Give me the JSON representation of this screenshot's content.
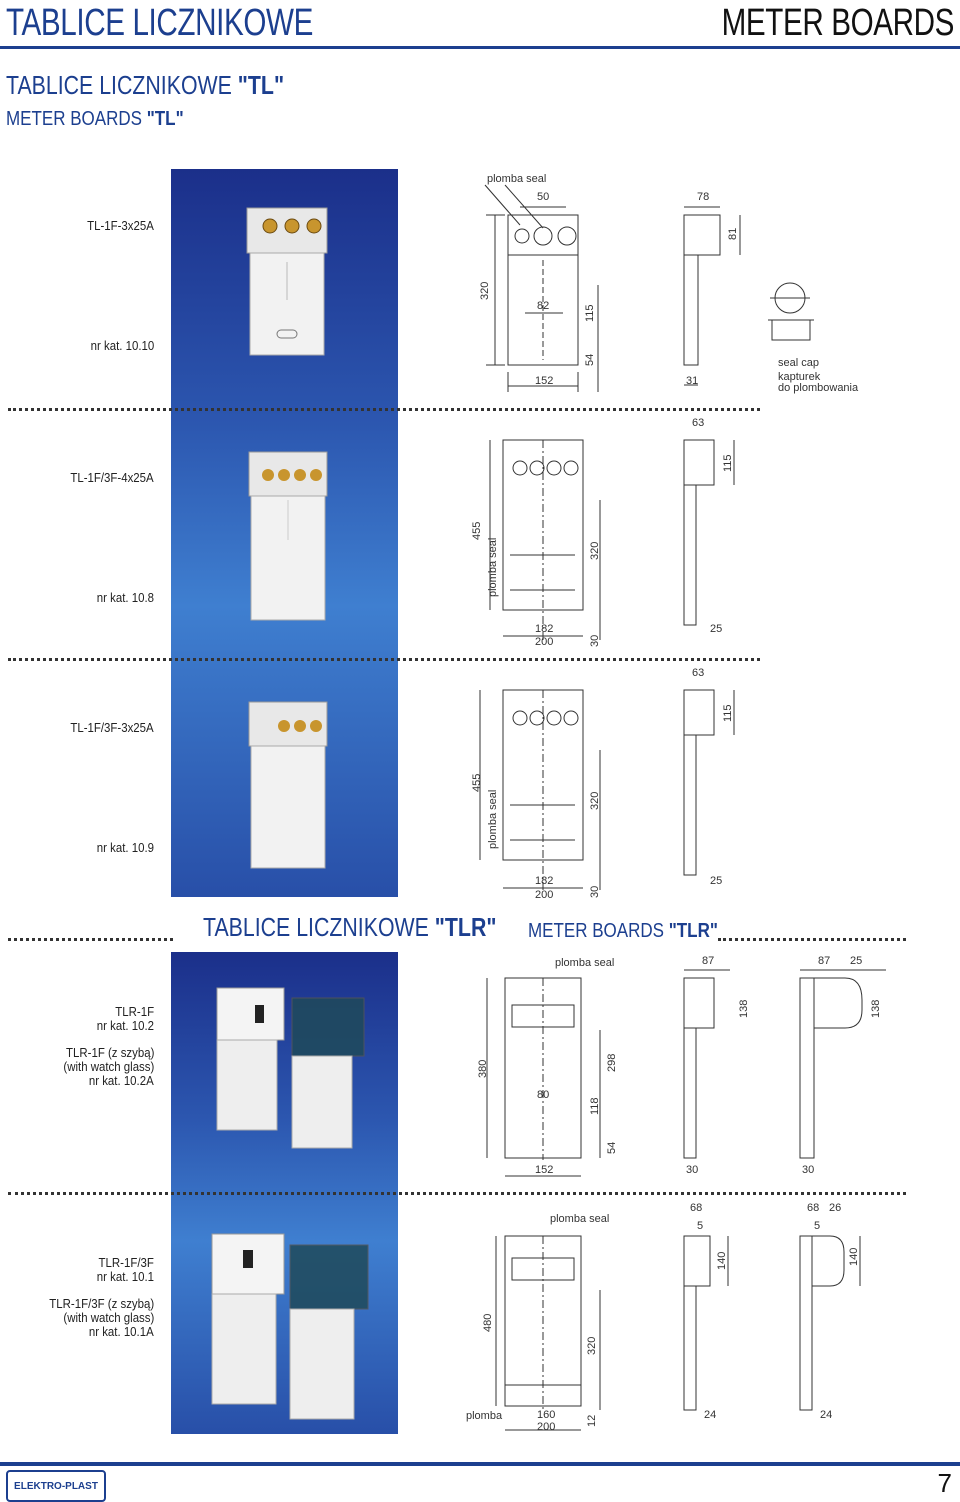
{
  "header": {
    "title_pl": "TABLICE LICZNIKOWE",
    "title_en": "METER BOARDS"
  },
  "section_tl": {
    "title_prefix": "TABLICE LICZNIKOWE ",
    "title_bold": "\"TL\"",
    "subtitle_prefix": "METER BOARDS ",
    "subtitle_bold": "\"TL\""
  },
  "section_tlr": {
    "title_prefix": "TABLICE LICZNIKOWE ",
    "title_bold": "\"TLR\"",
    "subtitle_prefix": "METER BOARDS ",
    "subtitle_bold": "\"TLR\""
  },
  "products": [
    {
      "model": "TL-1F-3x25A",
      "catalog": "nr kat. 10.10"
    },
    {
      "model": "TL-1F/3F-4x25A",
      "catalog": "nr kat. 10.8"
    },
    {
      "model": "TL-1F/3F-3x25A",
      "catalog": "nr kat. 10.9"
    },
    {
      "model": "TLR-1F",
      "catalog": "nr kat. 10.2",
      "model_b": "TLR-1F (z szybą)",
      "note_b": "(with watch glass)",
      "catalog_b": "nr kat. 10.2A"
    },
    {
      "model": "TLR-1F/3F",
      "catalog": "nr kat. 10.1",
      "model_b": "TLR-1F/3F (z szybą)",
      "note_b": "(with watch glass)",
      "catalog_b": "nr kat. 10.1A"
    }
  ],
  "dims": {
    "d1": {
      "seal": "plomba seal",
      "w50": "50",
      "h320": "320",
      "w82": "82",
      "h115": "115",
      "h54": "54",
      "w152": "152",
      "w78": "78",
      "h81": "81",
      "w31": "31",
      "cap1": "seal cap",
      "cap2": "kapturek",
      "cap3": "do plombowania"
    },
    "d2": {
      "h455": "455",
      "seal": "plomba seal",
      "h320": "320",
      "w182": "182",
      "w200": "200",
      "h30": "30",
      "w63": "63",
      "h115": "115",
      "w25": "25"
    },
    "d3": {
      "h455": "455",
      "seal": "plomba seal",
      "h320": "320",
      "w182": "182",
      "w200": "200",
      "h30": "30",
      "w63": "63",
      "h115": "115",
      "w25": "25"
    },
    "d4": {
      "seal": "plomba seal",
      "h380": "380",
      "w80": "80",
      "h298": "298",
      "h118": "118",
      "h54": "54",
      "w152": "152",
      "w87a": "87",
      "h138a": "138",
      "w30a": "30",
      "w87b": "87",
      "w25": "25",
      "h138b": "138",
      "w30b": "30"
    },
    "d5": {
      "seal": "plomba seal",
      "h480": "480",
      "h320": "320",
      "plomba": "plomba",
      "w160": "160",
      "w200": "200",
      "h12": "12",
      "w68a": "68",
      "w5a": "5",
      "h140a": "140",
      "w24a": "24",
      "w68b": "68",
      "w26": "26",
      "w5b": "5",
      "h140b": "140",
      "w24b": "24"
    }
  },
  "footer": {
    "logo": "ELEKTRO-PLAST",
    "page": "7"
  }
}
